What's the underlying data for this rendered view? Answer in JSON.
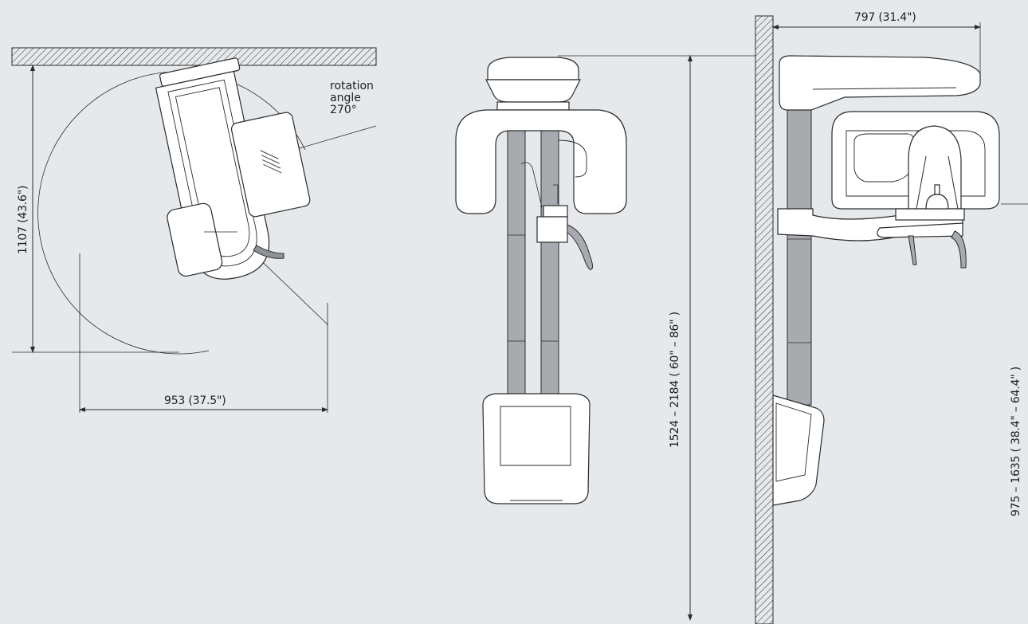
{
  "colors": {
    "background": "#e6e9ec",
    "line": "#2a2a2a",
    "column": "#a7abb0",
    "unit_body": "#ffffff"
  },
  "top_view": {
    "height_dimension": "1107 (43.6\")",
    "width_dimension": "953 (37.5\")",
    "rotation_label_line1": "rotation",
    "rotation_label_line2": "angle",
    "rotation_label_line3": "270°"
  },
  "front_view": {
    "height_dimension": "1524 – 2184  ( 60\" – 86\" )"
  },
  "side_view": {
    "depth_dimension": "797 (31.4\")",
    "height_dimension": "975 – 1635   ( 38.4\" – 64.4\" )"
  }
}
